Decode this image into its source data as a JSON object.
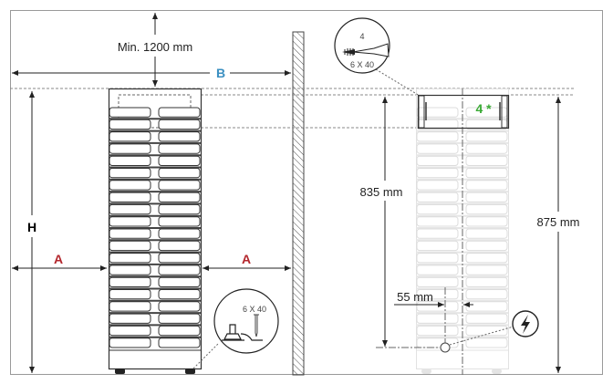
{
  "labels": {
    "min_height": "Min. 1200 mm",
    "b": "B",
    "h": "H",
    "a_left": "A",
    "a_right": "A",
    "foot_screw": "6 X 40",
    "screw_count": "4",
    "screw_size": "6 X 40",
    "bracket_count": "4 *",
    "dim_835": "835 mm",
    "dim_875": "875 mm",
    "dim_55": "55 mm"
  },
  "colors": {
    "a": "#b3262c",
    "b": "#3a8fc1",
    "green": "#3aaa35",
    "line": "#333333",
    "faded": "#dcdcdc"
  },
  "icons": {
    "screw": "screw-icon",
    "power": "lightning-icon",
    "foot": "adjustable-foot-icon"
  },
  "radiator": {
    "slat_rows": 20
  }
}
